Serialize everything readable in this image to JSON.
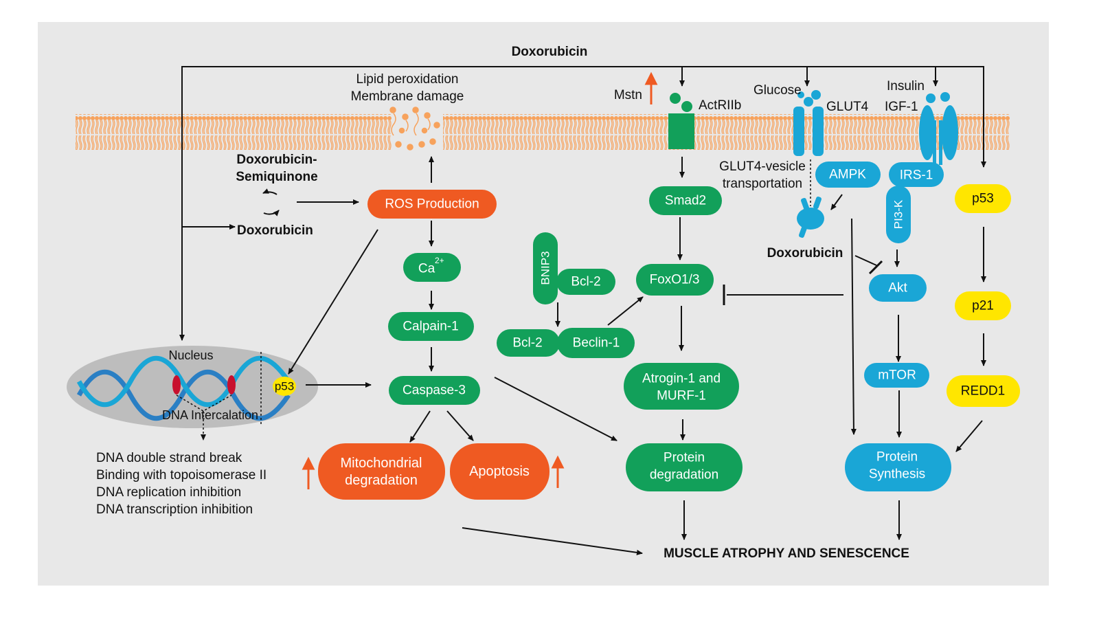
{
  "colors": {
    "green": "#12a05a",
    "orange": "#ef5a22",
    "blue": "#1aa6d6",
    "yellow": "#ffe600",
    "membrane": "#f7a25c",
    "panel": "#e8e8e8",
    "nucleus": "#bdbdbd"
  },
  "labels": {
    "doxorubicin_top": "Doxorubicin",
    "lipid_line1": "Lipid peroxidation",
    "lipid_line2": "Membrane damage",
    "mstn": "Mstn",
    "actriib": "ActRIIb",
    "glucose": "Glucose",
    "glut4": "GLUT4",
    "insulin": "Insulin",
    "igf1": "IGF-1",
    "semiquinone_line1": "Doxorubicin-",
    "semiquinone_line2": "Semiquinone",
    "doxorubicin_mid": "Doxorubicin",
    "glut4_vesicle_line1": "GLUT4-vesicle",
    "glut4_vesicle_line2": "transportation",
    "doxorubicin_right": "Doxorubicin",
    "nucleus": "Nucleus",
    "dna_intercalation": "DNA Intercalation",
    "effects": [
      "DNA double strand break",
      "Binding with topoisomerase II",
      "DNA replication inhibition",
      "DNA transcription inhibition"
    ],
    "outcome": "MUSCLE ATROPHY AND SENESCENCE"
  },
  "nodes": {
    "ros": "ROS Production",
    "ca": "Ca",
    "ca_sup": "2+",
    "calpain": "Calpain-1",
    "caspase": "Caspase-3",
    "mito_line1": "Mitochondrial",
    "mito_line2": "degradation",
    "apoptosis": "Apoptosis",
    "smad2": "Smad2",
    "foxo": "FoxO1/3",
    "bnip3": "BNIP3",
    "bcl2_a": "Bcl-2",
    "bcl2_b": "Bcl-2",
    "beclin": "Beclin-1",
    "atrogin_line1": "Atrogin-1 and",
    "atrogin_line2": "MURF-1",
    "protdeg_line1": "Protein",
    "protdeg_line2": "degradation",
    "ampk": "AMPK",
    "irs1": "IRS-1",
    "pi3k": "PI3-K",
    "akt": "Akt",
    "mtor": "mTOR",
    "protsyn_line1": "Protein",
    "protsyn_line2": "Synthesis",
    "p53_right": "p53",
    "p21": "p21",
    "redd1": "REDD1",
    "p53_nucleus": "p53"
  }
}
